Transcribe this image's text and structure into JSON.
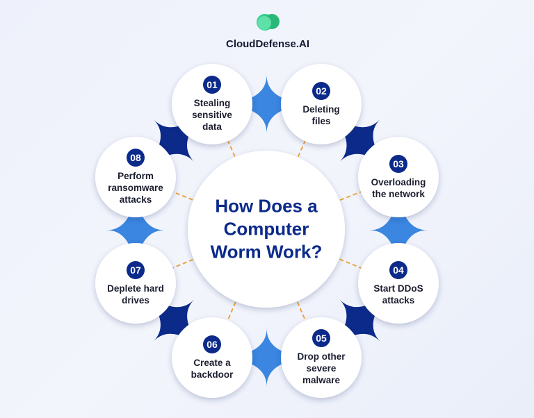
{
  "logo": {
    "text": "CloudDefense.AI",
    "icon": "cloud-icon"
  },
  "title": "How Does a\nComputer\nWorm Work?",
  "colors": {
    "navy": "#0b2a8a",
    "blue": "#3a86e0",
    "dash": "#f0a23a"
  },
  "steps": [
    {
      "num": "01",
      "label": "Stealing\nsensitive\ndata"
    },
    {
      "num": "02",
      "label": "Deleting\nfiles"
    },
    {
      "num": "03",
      "label": "Overloading\nthe network"
    },
    {
      "num": "04",
      "label": "Start DDoS\nattacks"
    },
    {
      "num": "05",
      "label": "Drop other\nsevere\nmalware"
    },
    {
      "num": "06",
      "label": "Create a\nbackdoor"
    },
    {
      "num": "07",
      "label": "Deplete hard\ndrives"
    },
    {
      "num": "08",
      "label": "Perform\nransomware\nattacks"
    }
  ]
}
